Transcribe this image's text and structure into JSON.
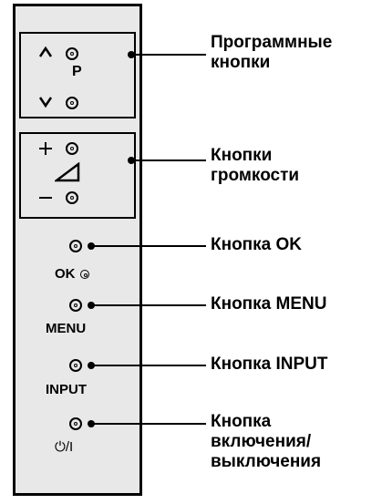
{
  "panel": {
    "program_letter": "P",
    "ok_text": "OK",
    "menu_text": "MENU",
    "input_text": "INPUT",
    "power_text": "⏻/I"
  },
  "labels": {
    "program": [
      "Программные",
      "кнопки"
    ],
    "volume": [
      "Кнопки",
      "громкости"
    ],
    "ok": [
      "Кнопка OK"
    ],
    "menu": [
      "Кнопка MENU"
    ],
    "input": [
      "Кнопка INPUT"
    ],
    "power": [
      "Кнопка",
      "включения/",
      "выключения"
    ]
  }
}
